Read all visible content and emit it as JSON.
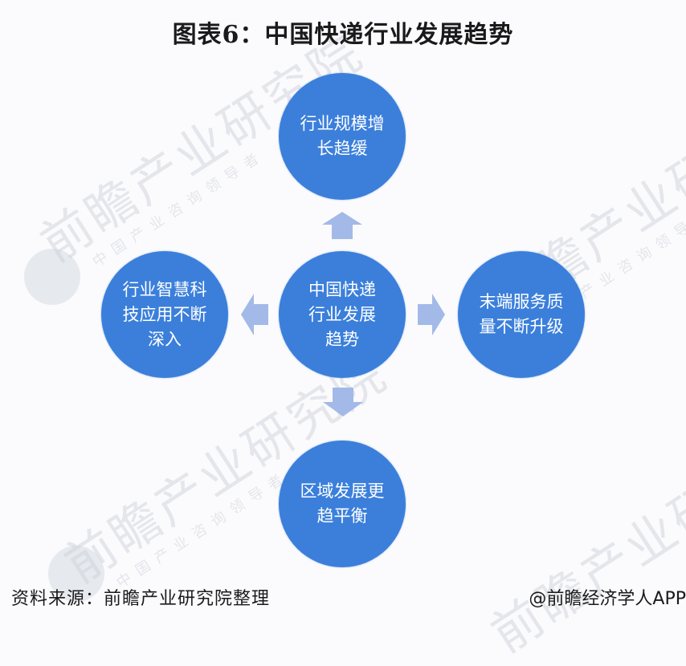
{
  "title": "图表6：中国快递行业发展趋势",
  "watermark": {
    "text": "前瞻产业研究院",
    "subtext": "中国产业咨询领导者"
  },
  "diagram": {
    "center": {
      "label": "中国快递行业发展趋势",
      "color": "#3b7fdb"
    },
    "nodes": [
      {
        "position": "top",
        "label": "行业规模增长趋缓"
      },
      {
        "position": "left",
        "label": "行业智慧科技应用不断深入"
      },
      {
        "position": "right",
        "label": "末端服务质量不断升级"
      },
      {
        "position": "bottom",
        "label": "区域发展更趋平衡"
      }
    ],
    "node_color": "#3b7fdb",
    "arrow_color": "#a3b9e8"
  },
  "footer": {
    "source": "资料来源：前瞻产业研究院整理",
    "credit": "@前瞻经济学人APP"
  }
}
